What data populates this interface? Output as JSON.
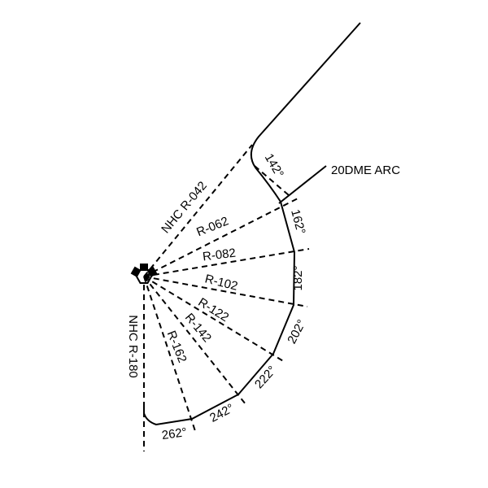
{
  "arc_label": "20DME ARC",
  "radials": {
    "r042": "NHC R-042",
    "r062": "R-062",
    "r082": "R-082",
    "r102": "R-102",
    "r122": "R-122",
    "r142": "R-142",
    "r162": "R-162",
    "r180": "NHC R-180"
  },
  "arc_courses": [
    "142°",
    "162°",
    "182°",
    "202°",
    "222°",
    "242°",
    "262°"
  ],
  "colors": {
    "ink": "#000000"
  }
}
